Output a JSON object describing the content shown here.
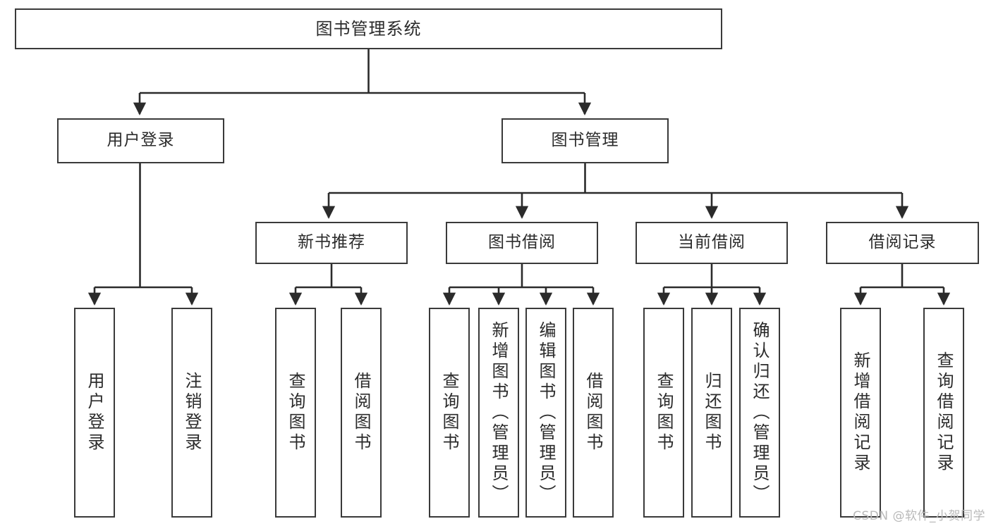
{
  "diagram": {
    "type": "tree-hierarchy",
    "title": "图书管理系统",
    "watermark": "CSDN @软件_小贺同学",
    "colors": {
      "box_border": "#3a3a3a",
      "box_fill": "#ffffff",
      "edge": "#2b2b2b",
      "text": "#2b2b2b",
      "watermark": "#b9b9b9",
      "background": "#ffffff"
    },
    "nodes": {
      "root": {
        "label": "图书管理系统"
      },
      "level2": [
        {
          "id": "user-login",
          "label": "用户登录"
        },
        {
          "id": "book-manage",
          "label": "图书管理"
        }
      ],
      "level3": [
        {
          "id": "new-book-recommend",
          "label": "新书推荐"
        },
        {
          "id": "book-borrow",
          "label": "图书借阅"
        },
        {
          "id": "current-borrow",
          "label": "当前借阅"
        },
        {
          "id": "borrow-record",
          "label": "借阅记录"
        }
      ],
      "leaves": [
        {
          "id": "leaf-user-login",
          "label": "用户登录",
          "parent": "user-login"
        },
        {
          "id": "leaf-logout",
          "label": "注销登录",
          "parent": "user-login"
        },
        {
          "id": "leaf-query-book-1",
          "label": "查询图书",
          "parent": "new-book-recommend"
        },
        {
          "id": "leaf-borrow-book-1",
          "label": "借阅图书",
          "parent": "new-book-recommend"
        },
        {
          "id": "leaf-query-book-2",
          "label": "查询图书",
          "parent": "book-borrow"
        },
        {
          "id": "leaf-add-book",
          "label": "新增图书（管理员）",
          "parent": "book-borrow"
        },
        {
          "id": "leaf-edit-book",
          "label": "编辑图书（管理员）",
          "parent": "book-borrow"
        },
        {
          "id": "leaf-borrow-book-2",
          "label": "借阅图书",
          "parent": "book-borrow"
        },
        {
          "id": "leaf-query-book-3",
          "label": "查询图书",
          "parent": "current-borrow"
        },
        {
          "id": "leaf-return-book",
          "label": "归还图书",
          "parent": "current-borrow"
        },
        {
          "id": "leaf-confirm-return",
          "label": "确认归还（管理员）",
          "parent": "current-borrow"
        },
        {
          "id": "leaf-add-record",
          "label": "新增借阅记录",
          "parent": "borrow-record"
        },
        {
          "id": "leaf-query-record",
          "label": "查询借阅记录",
          "parent": "borrow-record"
        }
      ]
    }
  }
}
